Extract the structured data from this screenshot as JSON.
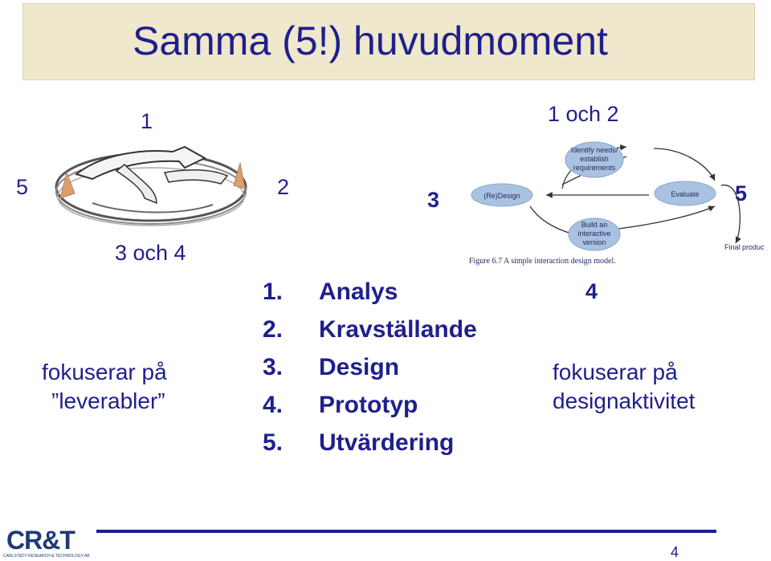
{
  "title": "Samma (5!) huvudmoment",
  "left_model": {
    "top_label": "1",
    "right_label": "2",
    "left_label": "5",
    "bottom_label": "3 och 4",
    "note_line1": "fokuserar på",
    "note_line2": "”leverabler”"
  },
  "right_model": {
    "top_label": "1 och 2",
    "left_label": "3",
    "right_label": "5",
    "bottom_label": "4",
    "node_identify": [
      "Identify needs/",
      "establish",
      "requirements"
    ],
    "node_redesign": "(Re)Design",
    "node_evaluate": "Evaluate",
    "node_build": [
      "Build an",
      "interactive",
      "version"
    ],
    "final_product": "Final product",
    "caption": "Figure 6.7  A simple interaction design model.",
    "note_line1": "fokuserar på",
    "note_line2": "designaktivitet"
  },
  "steps": [
    {
      "n": "1.",
      "label": "Analys"
    },
    {
      "n": "2.",
      "label": "Kravställande"
    },
    {
      "n": "3.",
      "label": "Design"
    },
    {
      "n": "4.",
      "label": "Prototyp"
    },
    {
      "n": "5.",
      "label": "Utvärdering"
    }
  ],
  "footer": {
    "logo": "CR&T",
    "logo_sub": "CARLSTEDT RESEARCH & TECHNOLOGY AB",
    "page_number": "4"
  }
}
